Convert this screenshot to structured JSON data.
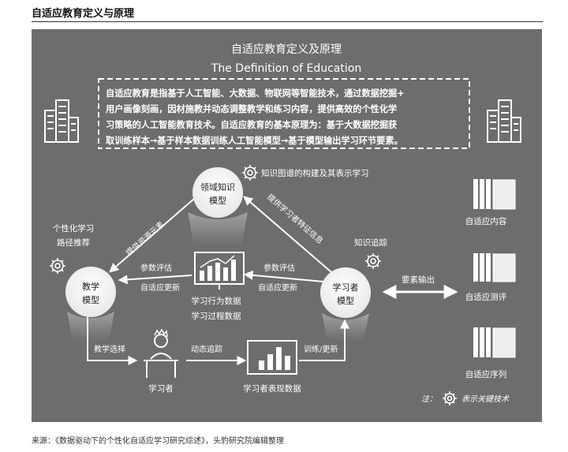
{
  "page_title": "自适应教育定义与原理",
  "diagram": {
    "title_cn": "自适应教育定义及原理",
    "title_en": "The Definition of Education",
    "definition": [
      "自适应教育是指基于人工智能、大数据、物联网等智能技术，通过数据挖掘+",
      "用户画像刻画，因材施教并动态调整教学和练习内容，提供高效的个性化学",
      "习策略的人工智能教育技术。自适应教育的基本原理为：基于大数据挖掘获",
      "取训练样本→基于样本数据训练人工智能模型→基于模型输出学习环节要素。"
    ],
    "nodes": {
      "domain": [
        "领域知识",
        "模型"
      ],
      "teaching": [
        "教学",
        "模型"
      ],
      "learner": [
        "学习者",
        "模型"
      ]
    },
    "labels": {
      "knowledge_graph": "知识图谱的构建及其表示学习",
      "personalized_path": [
        "个性化学习",
        "路径推荐"
      ],
      "knowledge_tracking": "知识追踪",
      "provide_resources": "提供资源元素",
      "provide_features": "提供学习者特征信息",
      "param_eval_left": "参数评估",
      "adaptive_update_left": "自适应更新",
      "param_eval_right": "参数评估",
      "adaptive_update_right": "自适应更新",
      "behavior_data": [
        "学习行为数据",
        "学习过程数据"
      ],
      "element_output": "要素输出",
      "teaching_choice": "教学选择",
      "dynamic_tracking": "动态追踪",
      "train_update": "训练/更新",
      "learner": "学习者",
      "performance_data": "学习者表现数据",
      "note_prefix": "注：",
      "note_suffix": "表示关键技术"
    },
    "outputs": [
      "自适应内容",
      "自适应测评",
      "自适应序列"
    ]
  },
  "source": "来源：《数据驱动下的个性化自适应学习研究综述》，头豹研究院编辑整理",
  "colors": {
    "panel": "#6d6d6d",
    "text": "#ffffff",
    "node_fill": "#ffffff",
    "node_text": "#222222"
  }
}
